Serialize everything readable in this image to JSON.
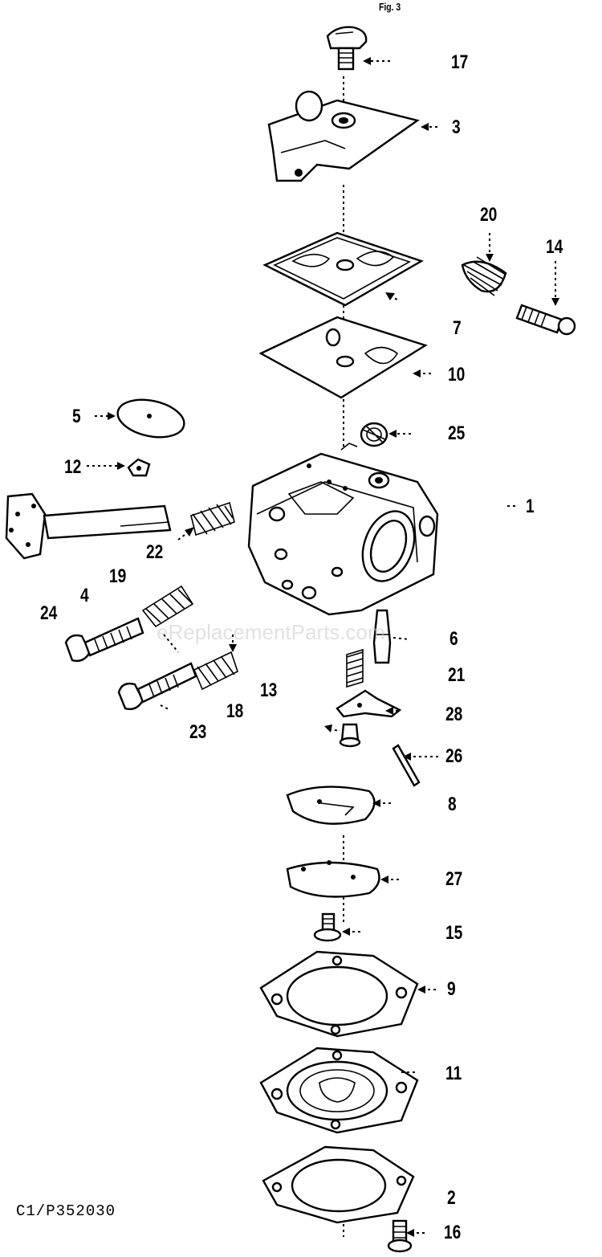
{
  "figure": {
    "title": "Fig. 3"
  },
  "drawing_code": "C1/P352030",
  "watermark": "eReplacementParts.com",
  "parts": [
    {
      "label": "17",
      "part": "top-screw"
    },
    {
      "label": "3",
      "part": "pump-cover"
    },
    {
      "label": "20",
      "part": "spring"
    },
    {
      "label": "14",
      "part": "screw"
    },
    {
      "label": "7",
      "part": "gasket"
    },
    {
      "label": "10",
      "part": "diaphragm"
    },
    {
      "label": "5",
      "part": "disc"
    },
    {
      "label": "25",
      "part": "screen"
    },
    {
      "label": "12",
      "part": "washer"
    },
    {
      "label": "1",
      "part": "carburetor-body"
    },
    {
      "label": "22",
      "part": "spring"
    },
    {
      "label": "19",
      "part": "spring"
    },
    {
      "label": "4",
      "part": "throttle-shaft"
    },
    {
      "label": "24",
      "part": "needle-screw"
    },
    {
      "label": "6",
      "part": "inlet-needle"
    },
    {
      "label": "21",
      "part": "spring"
    },
    {
      "label": "13",
      "part": "spring"
    },
    {
      "label": "18",
      "part": "spring"
    },
    {
      "label": "28",
      "part": "lever"
    },
    {
      "label": "23",
      "part": "needle-screw"
    },
    {
      "label": "26",
      "part": "pin"
    },
    {
      "label": "8",
      "part": "gasket"
    },
    {
      "label": "27",
      "part": "plate"
    },
    {
      "label": "15",
      "part": "screw"
    },
    {
      "label": "9",
      "part": "gasket"
    },
    {
      "label": "11",
      "part": "diaphragm"
    },
    {
      "label": "2",
      "part": "cover"
    },
    {
      "label": "16",
      "part": "screw"
    }
  ]
}
